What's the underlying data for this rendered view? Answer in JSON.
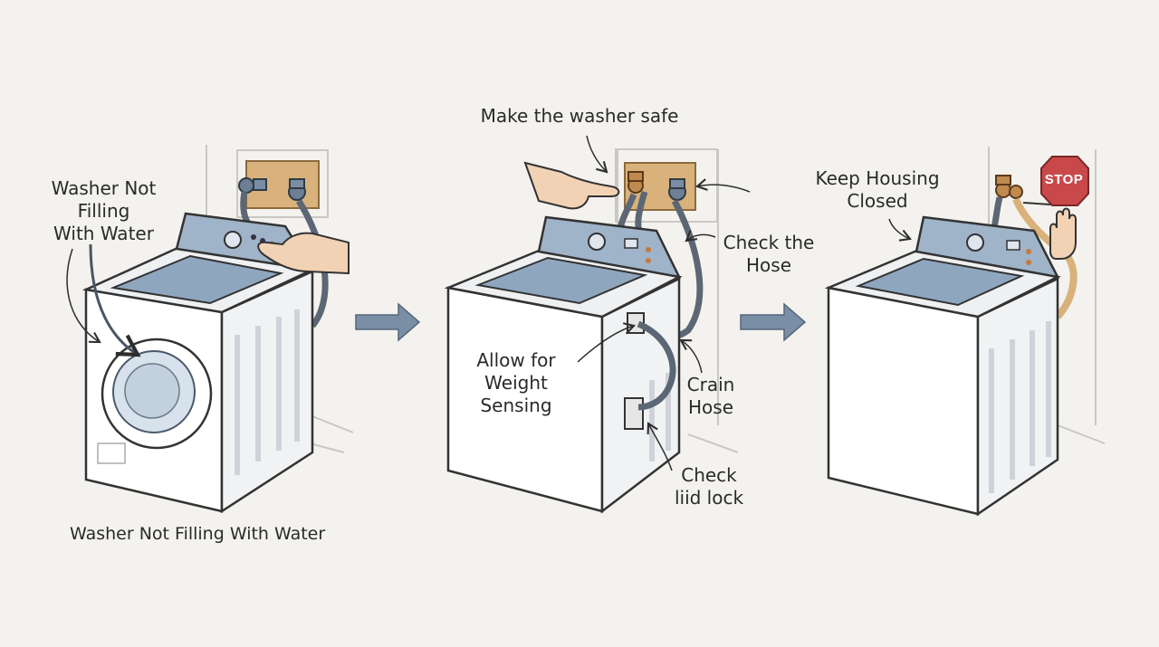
{
  "panel1": {
    "label_lines": [
      "Washer Not",
      "Filling",
      "With Water"
    ],
    "caption": "Washer Not Filling With Water"
  },
  "panel2": {
    "top_label": "Make the washer safe",
    "check_hose_lines": [
      "Check the",
      "Hose"
    ],
    "weight_lines": [
      "Allow for",
      "Weight",
      "Sensing"
    ],
    "drain_lines": [
      "Crain",
      "Hose"
    ],
    "lid_lines": [
      "Check",
      "liid lock"
    ]
  },
  "panel3": {
    "housing_lines": [
      "Keep Housing",
      "Closed"
    ],
    "stop_sign": "STOP"
  },
  "colors": {
    "background": "#f3f2ee",
    "washer_body": "#ffffff",
    "control_panel": "#9fb3c9",
    "lid_glass": "#8fa6bf",
    "valve_plate": "#d8b27a",
    "hose": "#5c6775",
    "arrow": "#7a8ea6",
    "stop_red": "#c9484a",
    "skin": "#f2d2b4"
  },
  "icons": [
    "pointing-hand-icon",
    "stop-hand-icon",
    "stop-sign-icon",
    "flow-arrow-icon"
  ]
}
